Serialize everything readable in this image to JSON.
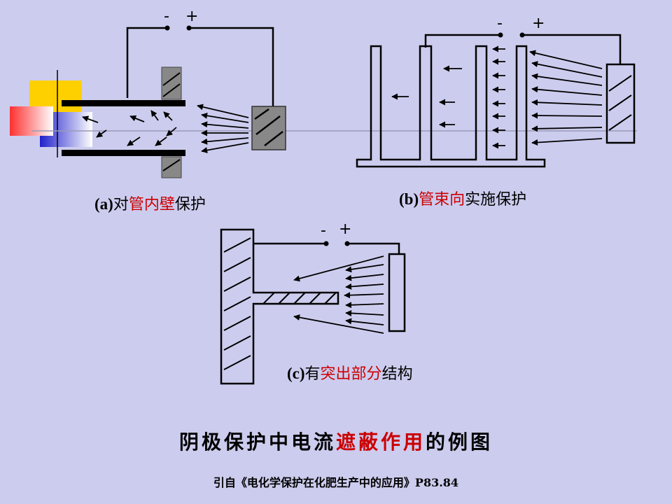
{
  "terminals": {
    "minus": "-",
    "plus": "+"
  },
  "captions": {
    "a": {
      "label": "(a)",
      "pre": "对",
      "highlight": "管内壁",
      "post": "保护"
    },
    "b": {
      "label": "(b)",
      "pre": "",
      "highlight": "管束向",
      "post": "实施保护"
    },
    "c": {
      "label": "(c)",
      "pre": "有",
      "highlight": "突出部分",
      "post": "结构"
    }
  },
  "title": {
    "pre": "阴极保护中电流",
    "highlight": "遮蔽作用",
    "post": "的例图"
  },
  "source": "引自《电化学保护在化肥生产中的应用》P83.84",
  "colors": {
    "background": "#ccccee",
    "highlight": "#cc0000",
    "anode_fill": "#888888"
  }
}
